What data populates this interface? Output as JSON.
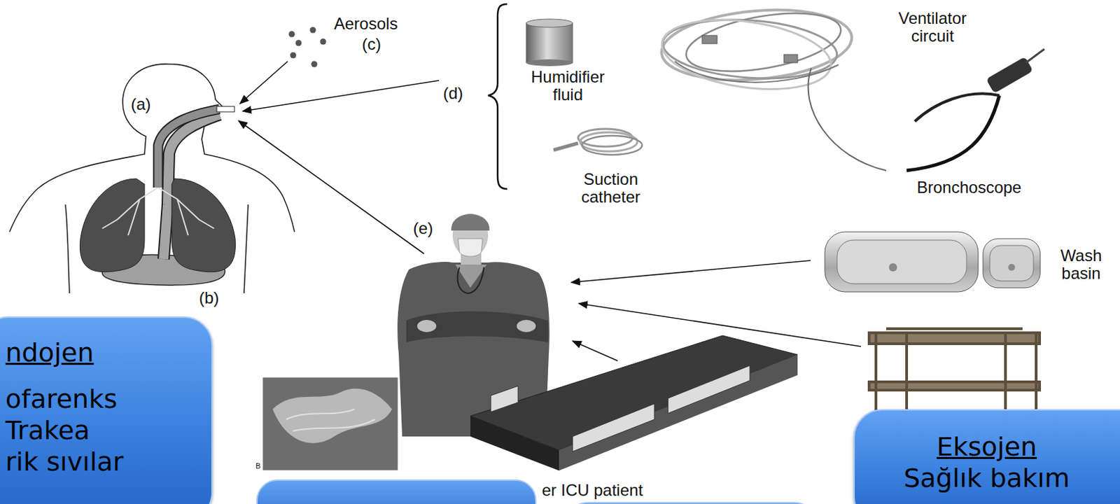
{
  "diagram": {
    "nodes": [
      {
        "text": [
          "ndojen",
          "ofarenks",
          "Trakea",
          "rik sıvılar"
        ]
      },
      {
        "text": [
          "Eksojen",
          "Sağlık bakım"
        ]
      }
    ],
    "labels": [
      "Aerosols",
      "(c)",
      "(a)",
      "(b)",
      "(d)",
      "Humidifier fluid",
      "Ventilator circuit",
      "Suction catheter",
      "Bronchoscope",
      "(e)",
      "Wash basin",
      "B",
      "er ICU patient"
    ]
  }
}
